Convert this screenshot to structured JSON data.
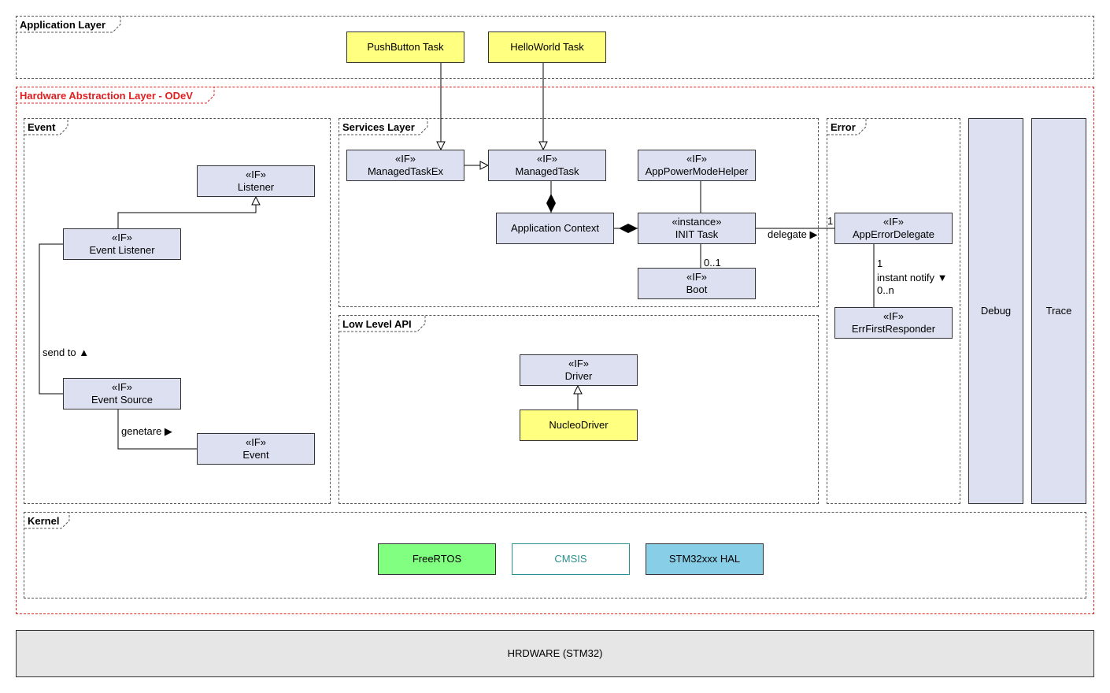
{
  "packages": {
    "application_layer": "Application Layer",
    "hal": "Hardware Abstraction Layer - ODeV",
    "event": "Event",
    "services": "Services Layer",
    "low_level": "Low Level API",
    "error": "Error",
    "kernel": "Kernel"
  },
  "boxes": {
    "pushbutton_task": {
      "name": "PushButton Task"
    },
    "helloworld_task": {
      "name": "HelloWorld Task"
    },
    "listener": {
      "stereo": "«IF»",
      "name": "Listener"
    },
    "event_listener": {
      "stereo": "«IF»",
      "name": "Event Listener"
    },
    "event_source": {
      "stereo": "«IF»",
      "name": "Event Source"
    },
    "event": {
      "stereo": "«IF»",
      "name": "Event"
    },
    "managed_task_ex": {
      "stereo": "«IF»",
      "name": "ManagedTaskEx"
    },
    "managed_task": {
      "stereo": "«IF»",
      "name": "ManagedTask"
    },
    "app_power_mode_helper": {
      "stereo": "«IF»",
      "name": "AppPowerModeHelper"
    },
    "application_context": {
      "name": "Application Context"
    },
    "init_task": {
      "stereo": "«instance»",
      "name": "INIT Task"
    },
    "boot": {
      "stereo": "«IF»",
      "name": "Boot"
    },
    "driver": {
      "stereo": "«IF»",
      "name": "Driver"
    },
    "nucleo_driver": {
      "name": "NucleoDriver"
    },
    "app_error_delegate": {
      "stereo": "«IF»",
      "name": "AppErrorDelegate"
    },
    "err_first_responder": {
      "stereo": "«IF»",
      "name": "ErrFirstResponder"
    },
    "debug": {
      "name": "Debug"
    },
    "trace": {
      "name": "Trace"
    },
    "freertos": {
      "name": "FreeRTOS"
    },
    "cmsis": {
      "name": "CMSIS"
    },
    "stm32_hal": {
      "name": "STM32xxx HAL"
    },
    "hardware": {
      "name": "HRDWARE (STM32)"
    }
  },
  "labels": {
    "send_to": "send to ▲",
    "generate": "genetare ▶",
    "delegate": "delegate ▶",
    "mult_one_left": "1",
    "mult_zero_one": "0..1",
    "mult_one_top": "1",
    "instant_notify": "instant notify ▼",
    "mult_zero_n": "0..n"
  },
  "colors": {
    "interface_fill": "#dde0f0",
    "task_fill": "#ffff80",
    "freertos_fill": "#80ff80",
    "hal_fill": "#87cee6",
    "hardware_fill": "#e6e6e6",
    "hal_border": "#e02020",
    "cmsis_text": "#2a8f8a"
  }
}
